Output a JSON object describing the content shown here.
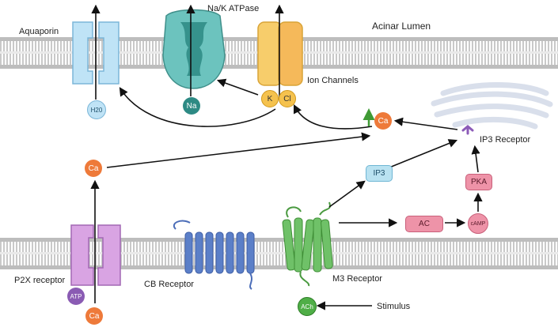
{
  "labels": {
    "aquaporin": "Aquaporin",
    "nak_atpase": "Na/K ATPase",
    "acinar_lumen": "Acinar Lumen",
    "ion_channels": "Ion Channels",
    "ip3_receptor": "IP3 Receptor",
    "p2x_receptor": "P2X receptor",
    "cb_receptor": "CB Receptor",
    "m3_receptor": "M3 Receptor",
    "stimulus": "Stimulus"
  },
  "molecules": {
    "h2o": "H20",
    "na": "Na",
    "k": "K",
    "cl": "Cl",
    "ca_top": "Ca",
    "ca_left": "Ca",
    "ca_bottom": "Ca",
    "atp": "ATP",
    "ip3": "IP3",
    "pka": "PKA",
    "ac": "AC",
    "camp": "cAMP",
    "ach": "ACh"
  },
  "colors": {
    "membrane_stripe": "#cfcfcf",
    "membrane_head": "#b9b9b9",
    "aquaporin": "#bfe3f6",
    "nak_atpase": "#6cc3be",
    "ion_channel": "#f7cd6b",
    "calcium": "#ee7a3a",
    "p2x": "#d9a4e3",
    "cb_receptor": "#5b7fc8",
    "m3_receptor": "#6fc168",
    "pink": "#ee93a8",
    "ip3": "#b9e2f1",
    "er": "#dde3ee"
  }
}
